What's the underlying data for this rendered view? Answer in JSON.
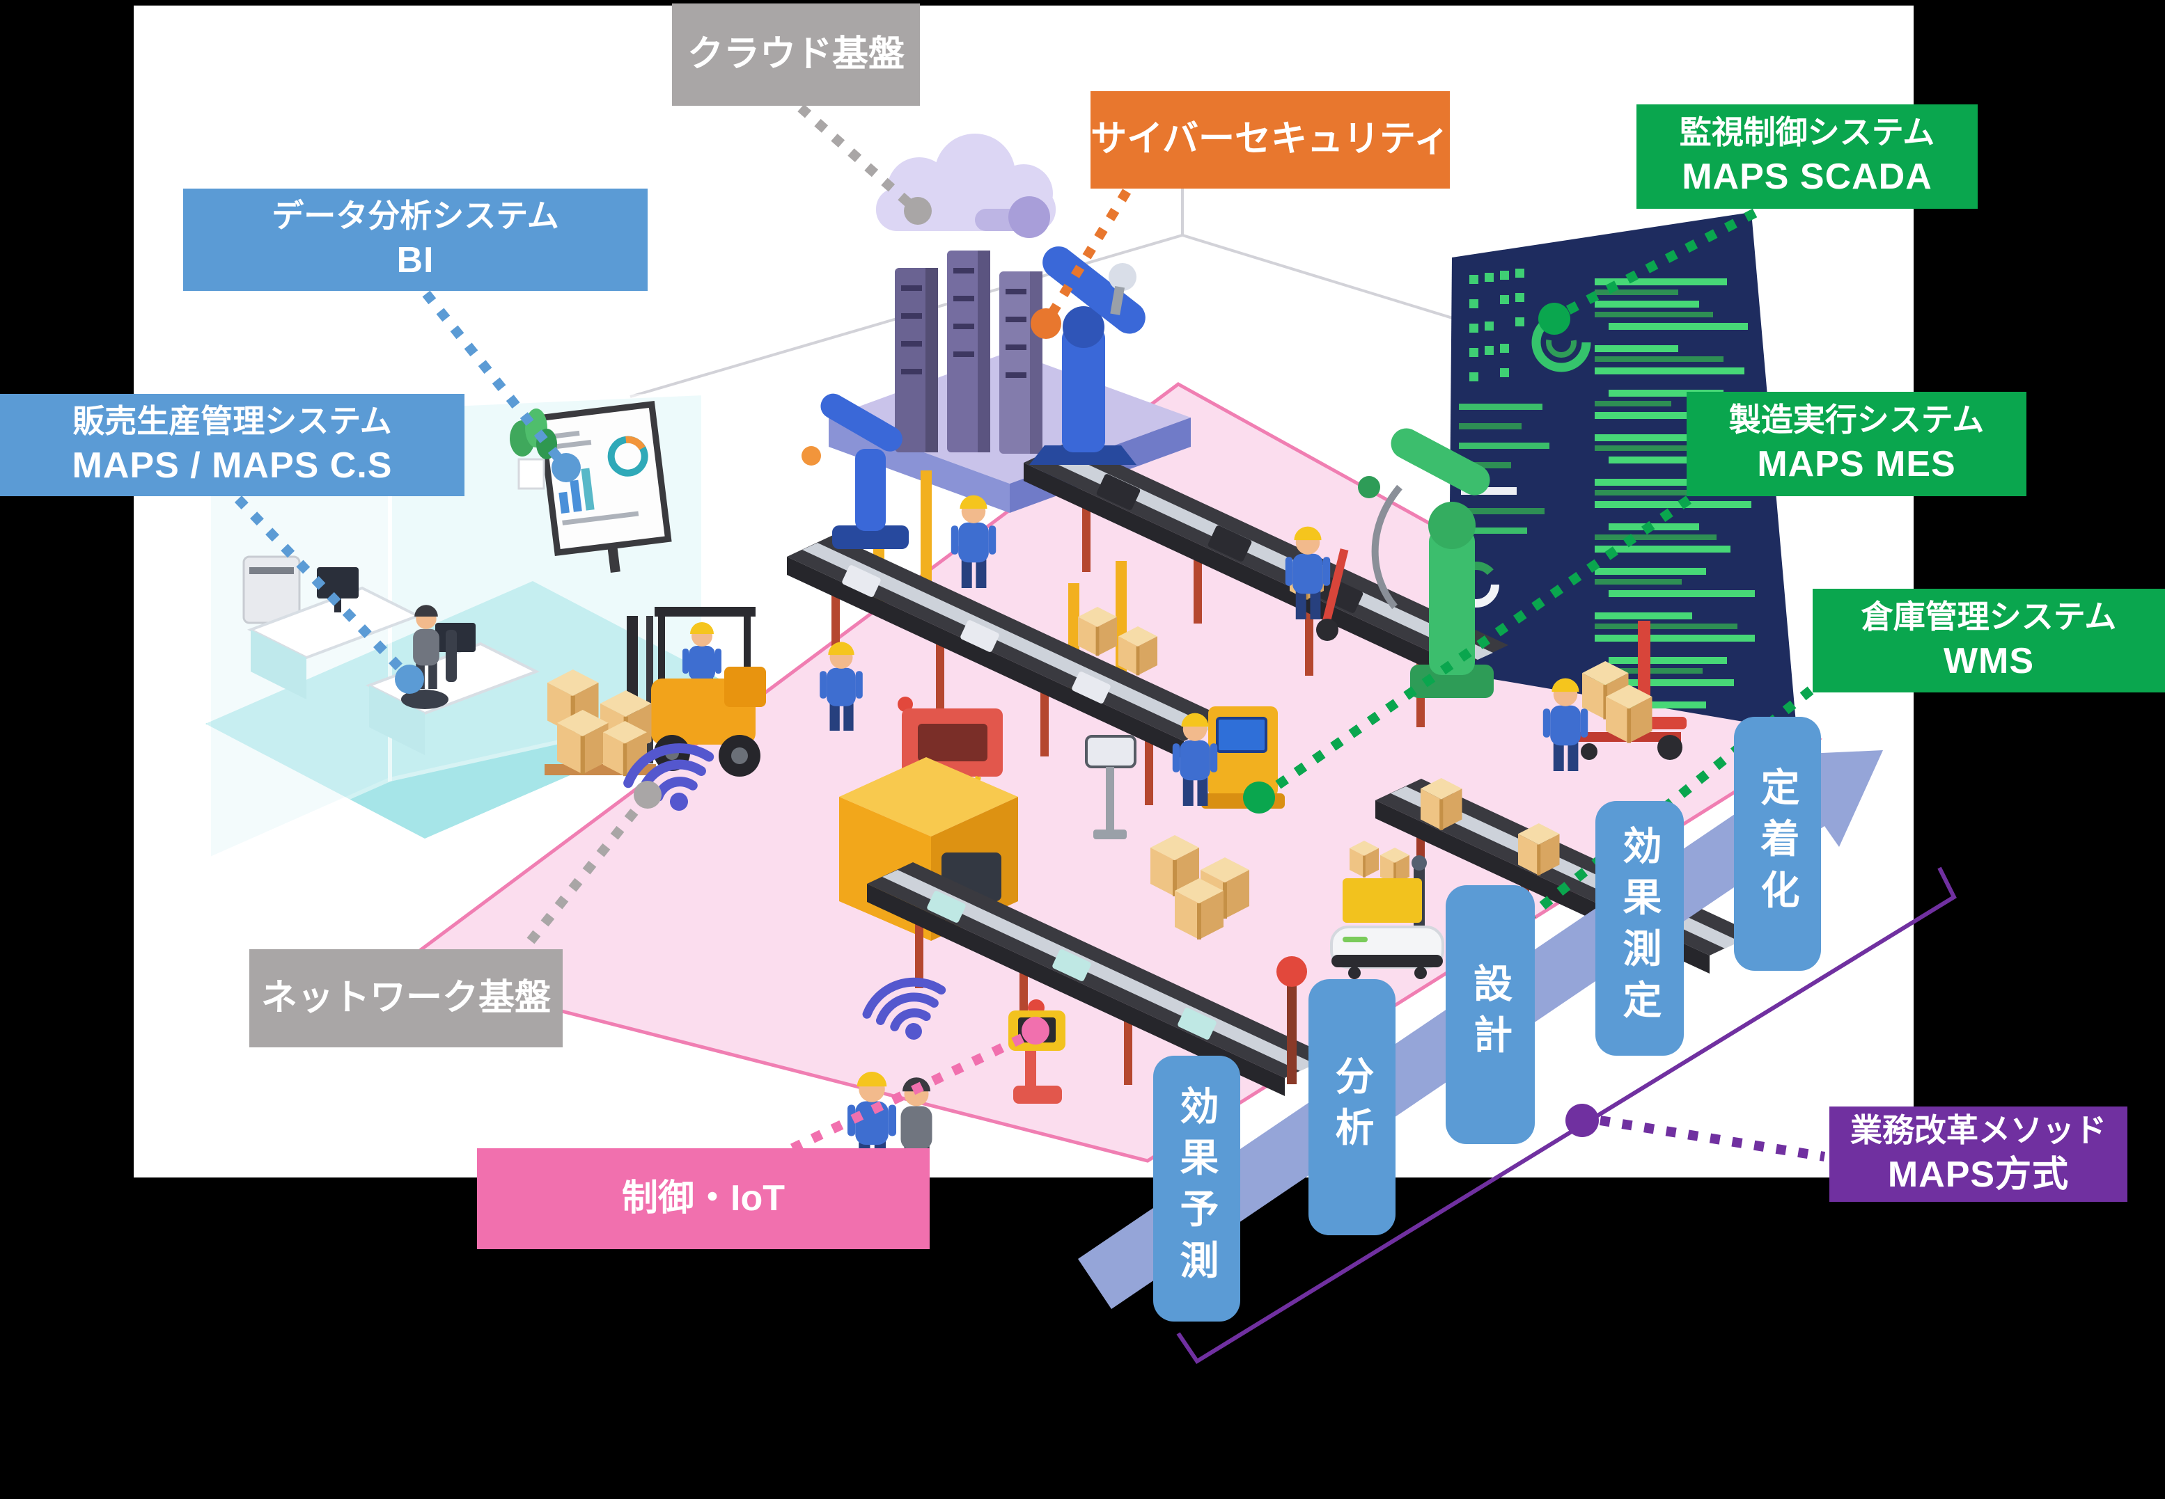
{
  "labels": {
    "cloud": {
      "text": "クラウド基盤"
    },
    "data_bi": {
      "line1": "データ分析システム",
      "line2": "BI"
    },
    "sales": {
      "line1": "販売生産管理システム",
      "line2": "MAPS / MAPS C.S"
    },
    "cyber": {
      "text": "サイバーセキュリティ"
    },
    "scada": {
      "line1": "監視制御システム",
      "line2": "MAPS SCADA"
    },
    "mes": {
      "line1": "製造実行システム",
      "line2": "MAPS MES"
    },
    "wms": {
      "line1": "倉庫管理システム",
      "line2": "WMS"
    },
    "network": {
      "text": "ネットワーク基盤"
    },
    "iot": {
      "text": "制御・IoT"
    },
    "method": {
      "line1": "業務改革メソッド",
      "line2": "MAPS方式"
    }
  },
  "steps": [
    "効果予測",
    "分析",
    "設計",
    "効果測定",
    "定着化"
  ],
  "colors": {
    "blue": "#5B9BD5",
    "green": "#0AA64E",
    "orange": "#E8772E",
    "gray": "#A9A6A6",
    "pink": "#F170AE",
    "purple": "#7030A0",
    "step_blue": "#5B9BD5",
    "arrow_lavender": "#95A5D8"
  }
}
